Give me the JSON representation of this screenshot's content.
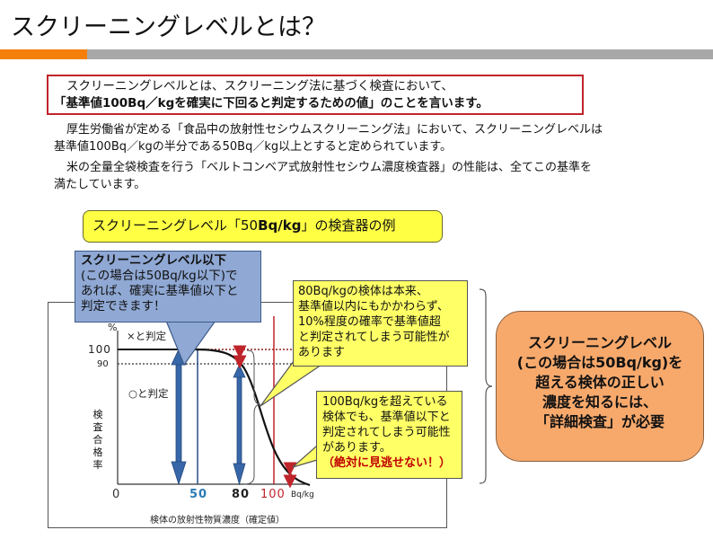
{
  "page": {
    "title": "スクリーニングレベルとは？",
    "accent_colors": {
      "orange_bar": "#f57f0b",
      "gray_bar": "#a8a8a8",
      "definition_border": "#c0242b"
    }
  },
  "definition": {
    "line1": "スクリーニングレベルとは、スクリーニング法に基づく検査において、",
    "line2": "「基準値100Bq／kgを確実に下回ると判定するための値」のことを言います。"
  },
  "body": {
    "p1_line1": "厚生労働省が定める「食品中の放射性セシウムスクリーニング法」において、スクリーニングレベルは",
    "p1_line2": "基準値100Bq／kgの半分である50Bq／kg以上とすると定められています。",
    "p2_line1": "米の全量全袋検査を行う「ベルトコンベア式放射性セシウム濃度検査器」の性能は、全てこの基準を",
    "p2_line2": "満たしています。"
  },
  "example_box": {
    "prefix": "スクリーニングレベル「50",
    "unit": "Bq/kg",
    "suffix": "」の検査器の例"
  },
  "callouts": {
    "blue": {
      "line1": "スクリーニングレベル以下",
      "line2": "(この場合は50Bq/kg以下)で",
      "line3": "あれば、確実に基準値以下と",
      "line4": "判定できます！"
    },
    "yellow_80": {
      "line1": "80Bq/kgの検体は本来、",
      "line2": "基準値以内にもかかわらず、",
      "line3": "10%程度の確率で基準値超",
      "line4": "と判定されてしまう可能性が",
      "line5": "あります"
    },
    "yellow_100": {
      "line1": "100Bq/kgを超えている",
      "line2": "検体でも、基準値以下と",
      "line3": "判定されてしまう可能性",
      "line4": "があります。",
      "line5": "（絶対に見逃せない！）"
    },
    "orange": {
      "line1": "スクリーニングレベル",
      "line2": "(この場合は50Bq/kg)を",
      "line3": "超える検体の正しい",
      "line4": "濃度を知るには、",
      "line5": "「詳細検査」が必要"
    }
  },
  "chart_data": {
    "type": "line",
    "title": "",
    "xlabel": "検体の放射性物質濃度（確定値）",
    "ylabel": "検査合格率",
    "y_unit": "%",
    "x_unit": "Bq/kg",
    "x_ticks": [
      "0",
      "50",
      "80",
      "100"
    ],
    "y_ticks": [
      "90",
      "100"
    ],
    "regions": {
      "above_100": "×と判定",
      "below": "○と判定"
    },
    "series": [
      {
        "name": "検査合格率",
        "x": [
          0,
          40,
          50,
          60,
          70,
          80,
          90,
          100,
          110,
          120,
          130
        ],
        "y": [
          100,
          100,
          100,
          99,
          96,
          90,
          70,
          40,
          15,
          4,
          1
        ]
      }
    ],
    "reference_lines": [
      {
        "x": 50,
        "color": "#2a4f86",
        "label": "スクリーニングレベル"
      },
      {
        "x": 100,
        "color": "#c0242b",
        "label": "基準値"
      }
    ],
    "ylim": [
      0,
      100
    ],
    "xlim": [
      0,
      130
    ],
    "grid": false
  }
}
